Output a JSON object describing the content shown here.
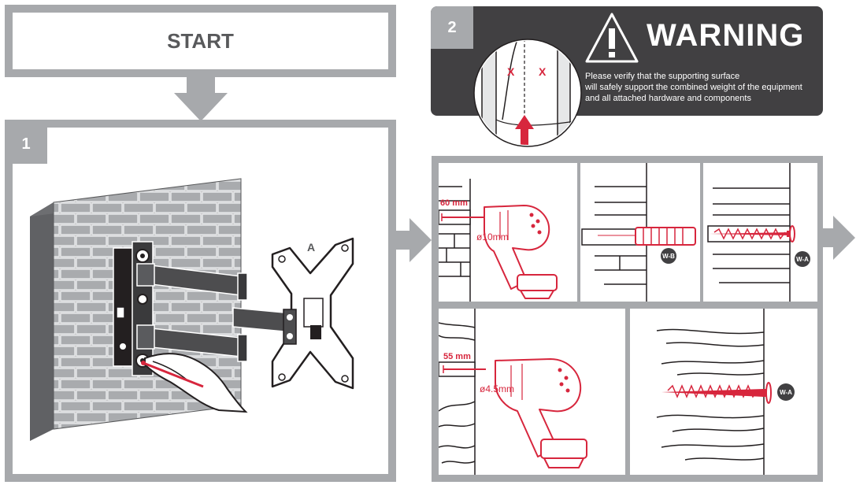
{
  "start": {
    "label": "START"
  },
  "step1": {
    "number": "1",
    "part_label": "A"
  },
  "step2": {
    "number": "2",
    "warning_title": "WARNING",
    "warning_lines": [
      "Please verify that the supporting surface",
      "will safely support the combined weight of the equipment",
      "and all attached hardware and components"
    ],
    "stud_marks": [
      "X",
      "X"
    ]
  },
  "brick": {
    "drill_depth": "60 mm",
    "drill_diameter": "ø10mm",
    "anchor_tag": "W-B",
    "screw_tag": "W-A"
  },
  "wood": {
    "drill_depth": "55 mm",
    "drill_diameter": "ø4.5mm",
    "screw_tag": "W-A"
  },
  "colors": {
    "frame": "#a7a9ac",
    "accent": "#d7263d",
    "warning_bg": "#414042"
  }
}
